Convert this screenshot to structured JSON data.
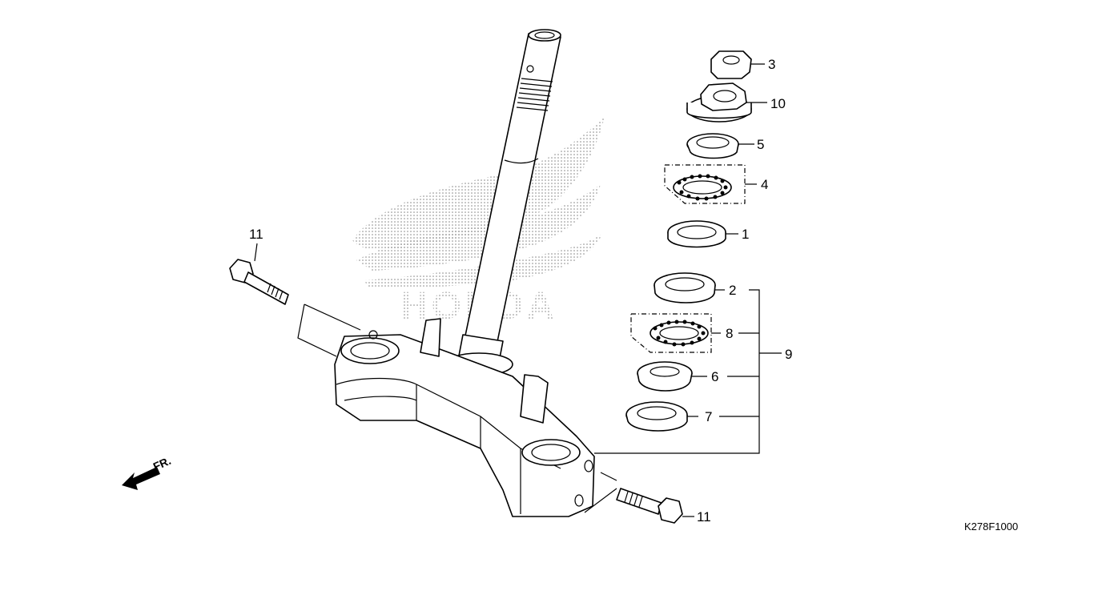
{
  "diagram": {
    "drawing_code": "K278F1000",
    "front_indicator": "FR.",
    "watermark_text": "HONDA",
    "colors": {
      "line": "#000000",
      "background": "#ffffff",
      "watermark_dots": "#777777"
    },
    "callouts": [
      {
        "id": "c3",
        "number": "3"
      },
      {
        "id": "c10",
        "number": "10"
      },
      {
        "id": "c5",
        "number": "5"
      },
      {
        "id": "c4",
        "number": "4"
      },
      {
        "id": "c1",
        "number": "1"
      },
      {
        "id": "c2",
        "number": "2"
      },
      {
        "id": "c8",
        "number": "8"
      },
      {
        "id": "c6",
        "number": "6"
      },
      {
        "id": "c7",
        "number": "7"
      },
      {
        "id": "c9",
        "number": "9"
      },
      {
        "id": "c11a",
        "number": "11"
      },
      {
        "id": "c11b",
        "number": "11"
      }
    ]
  }
}
